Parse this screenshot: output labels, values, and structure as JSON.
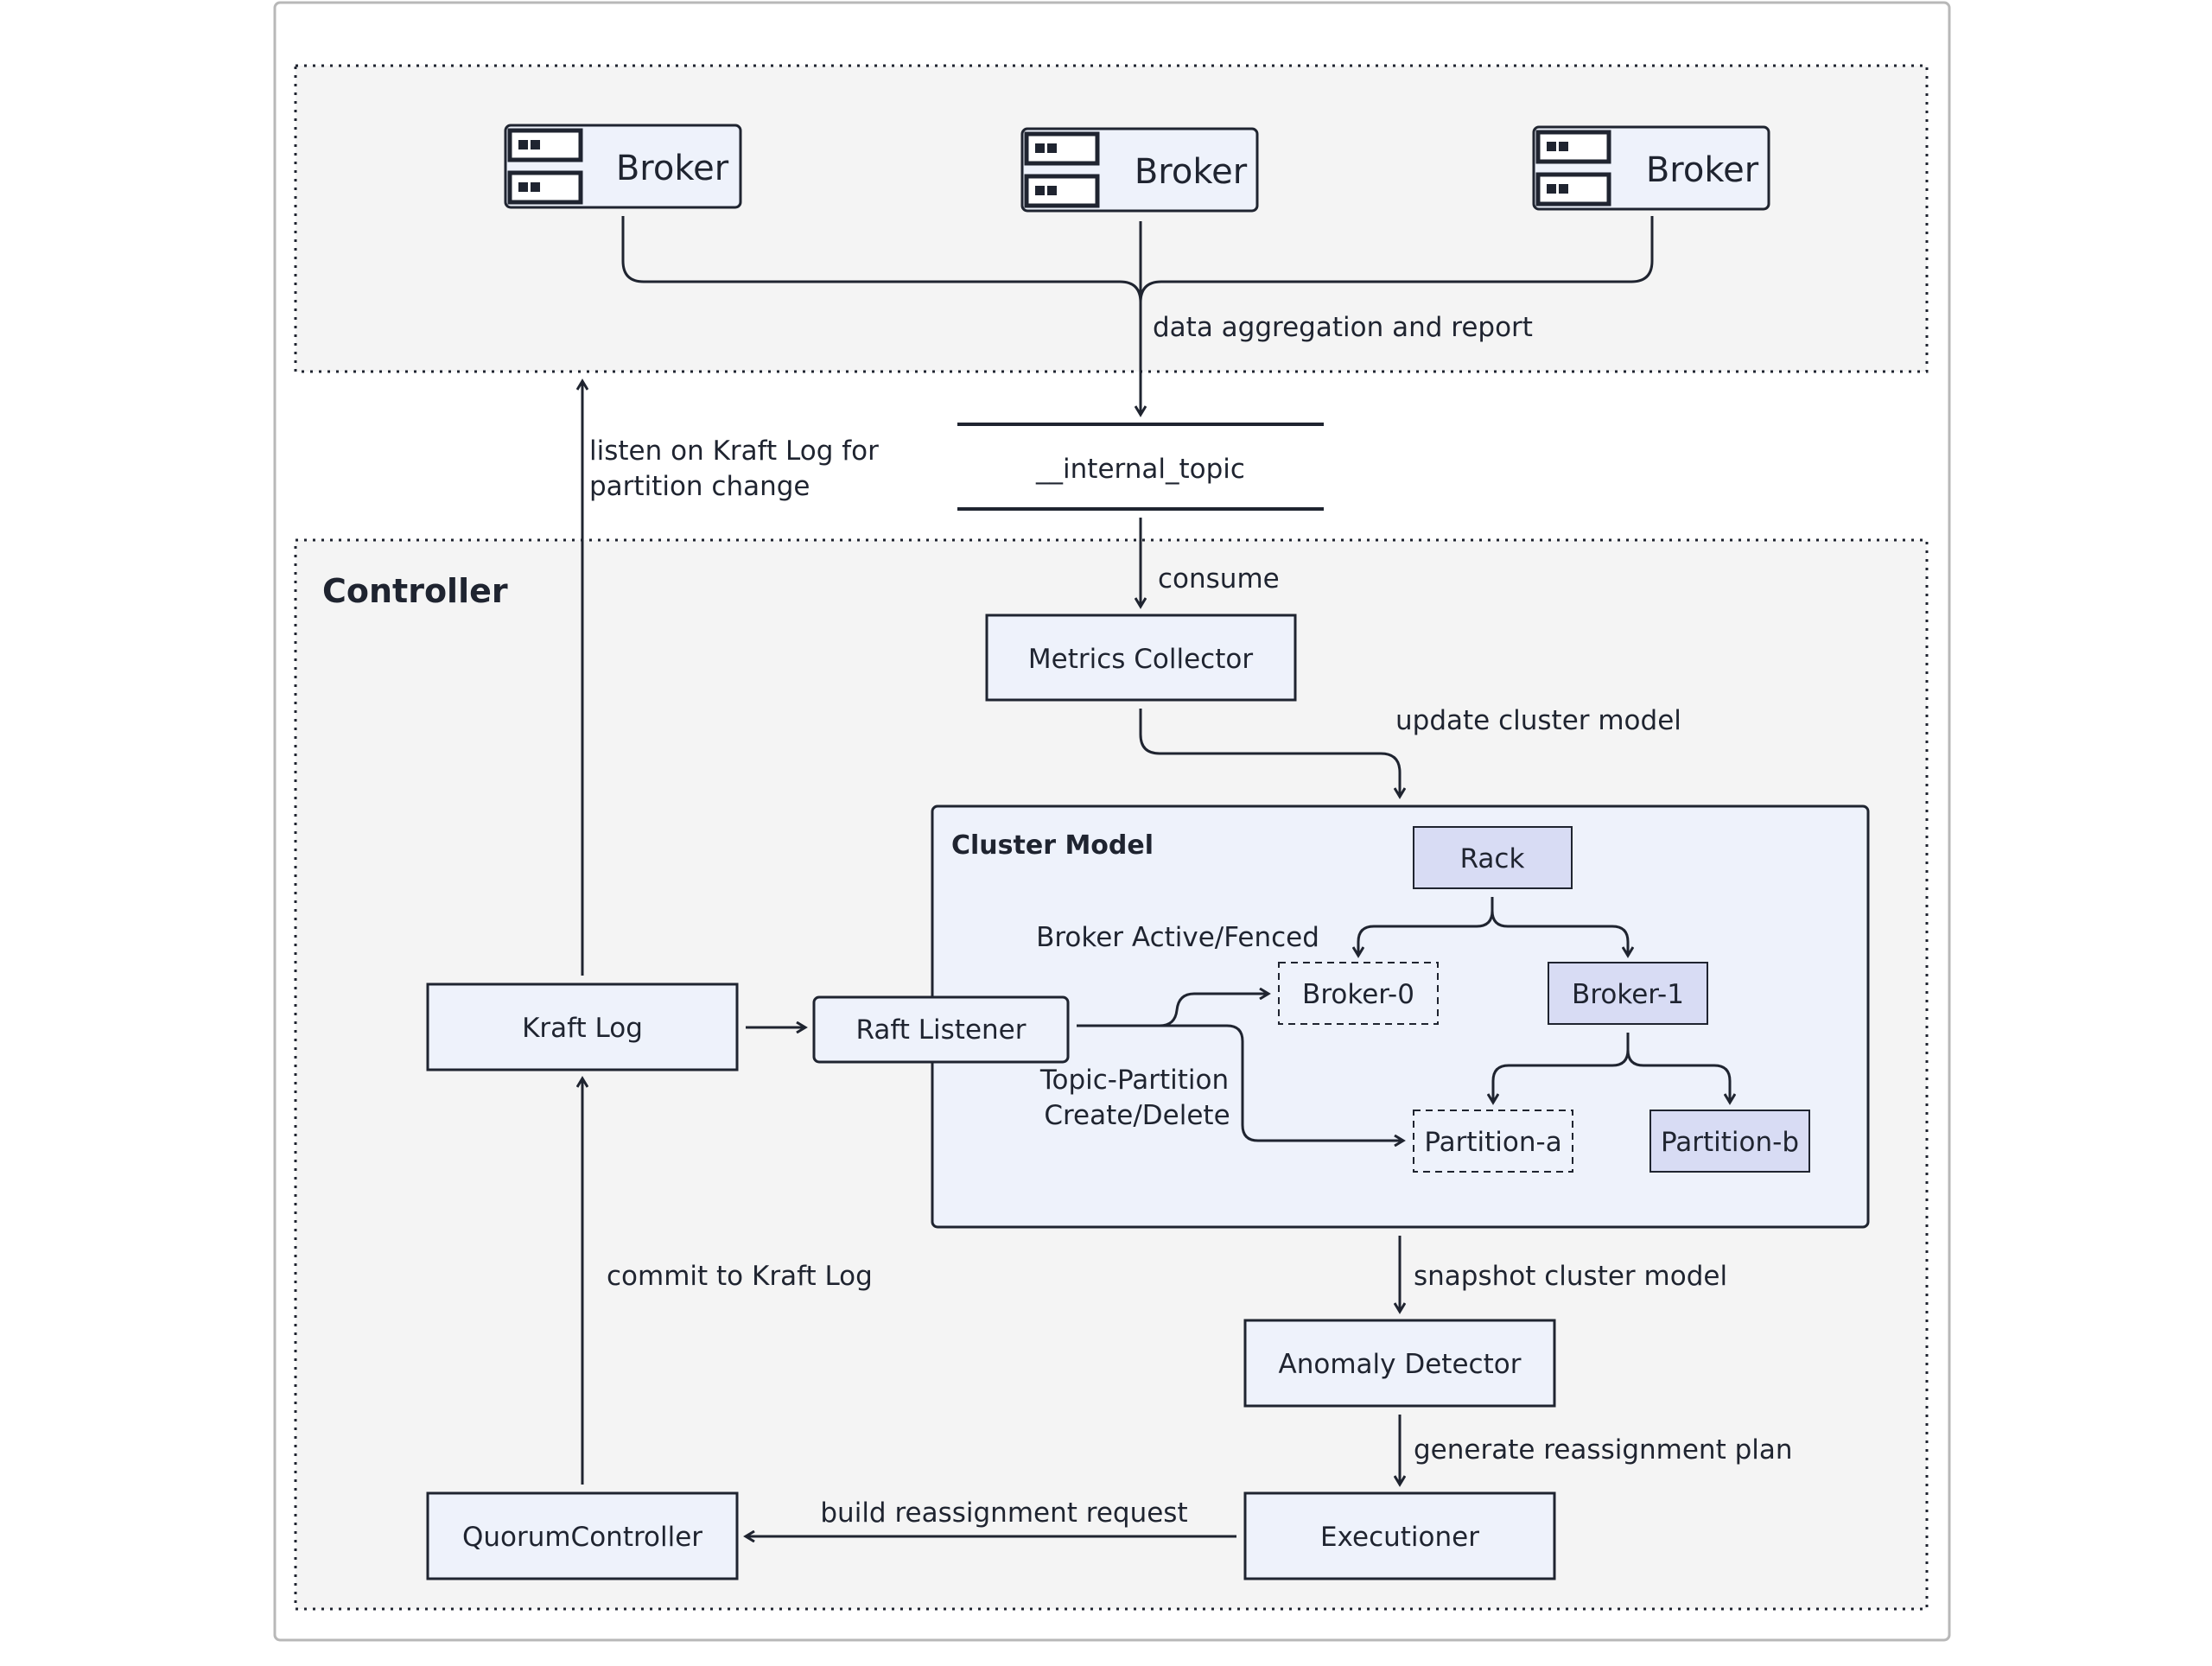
{
  "brokers": [
    {
      "label": "Broker"
    },
    {
      "label": "Broker"
    },
    {
      "label": "Broker"
    }
  ],
  "edges": {
    "aggregation": "data aggregation and report",
    "listen_line1": "listen on Kraft Log for",
    "listen_line2": "partition change",
    "consume": "consume",
    "update": "update cluster model",
    "broker_state": "Broker Active/Fenced",
    "topic_line1": "Topic-Partition",
    "topic_line2": "Create/Delete",
    "commit": "commit to Kraft Log",
    "snapshot": "snapshot cluster model",
    "generate": "generate reassignment plan",
    "build": "build reassignment request"
  },
  "internal_topic": "__internal_topic",
  "controller": {
    "title": "Controller"
  },
  "nodes": {
    "metrics_collector": "Metrics Collector",
    "kraft_log": "Kraft Log",
    "raft_listener": "Raft Listener",
    "anomaly_detector": "Anomaly Detector",
    "executioner": "Executioner",
    "quorum_controller": "QuorumController"
  },
  "cluster_model": {
    "title": "Cluster Model",
    "rack": "Rack",
    "broker0": "Broker-0",
    "broker1": "Broker-1",
    "partition_a": "Partition-a",
    "partition_b": "Partition-b"
  },
  "colors": {
    "stroke": "#1f2430",
    "panel_bg": "#f4f4f4",
    "node_fill": "#eef2fb",
    "highlight_fill": "#d8dcf4",
    "outer_border": "#b8b8b8"
  }
}
